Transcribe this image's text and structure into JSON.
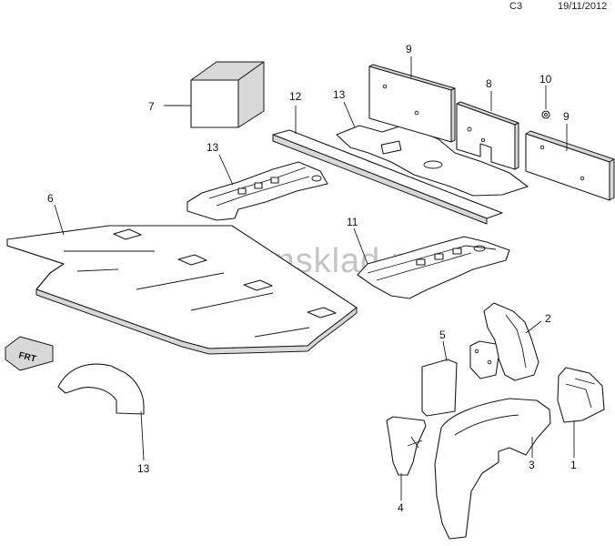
{
  "header": {
    "page_code": "C3",
    "date": "19/11/2012"
  },
  "watermark": "www.gmsklad.ru",
  "direction_marker": "FRT",
  "callouts": {
    "c1": "1",
    "c2": "2",
    "c3": "3",
    "c4": "4",
    "c5": "5",
    "c6": "6",
    "c7": "7",
    "c8": "8",
    "c9a": "9",
    "c9b": "9",
    "c10": "10",
    "c11": "11",
    "c12": "12",
    "c13a": "13",
    "c13b": "13",
    "c13c": "13"
  }
}
